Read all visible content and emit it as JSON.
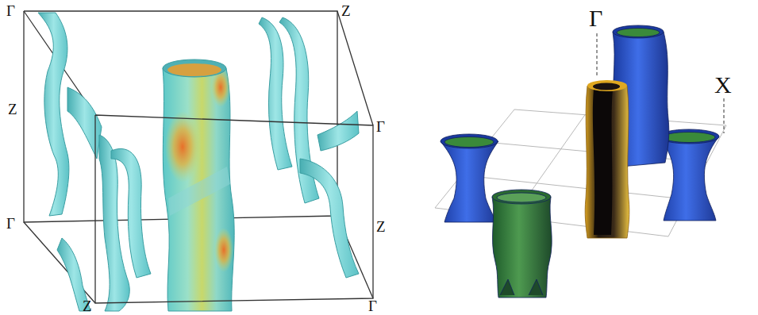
{
  "diagram": {
    "labels": [
      "Γ",
      "Z",
      "Z",
      "Γ",
      "Γ",
      "Z",
      "Z",
      "Γ",
      "Γ",
      "X"
    ]
  }
}
